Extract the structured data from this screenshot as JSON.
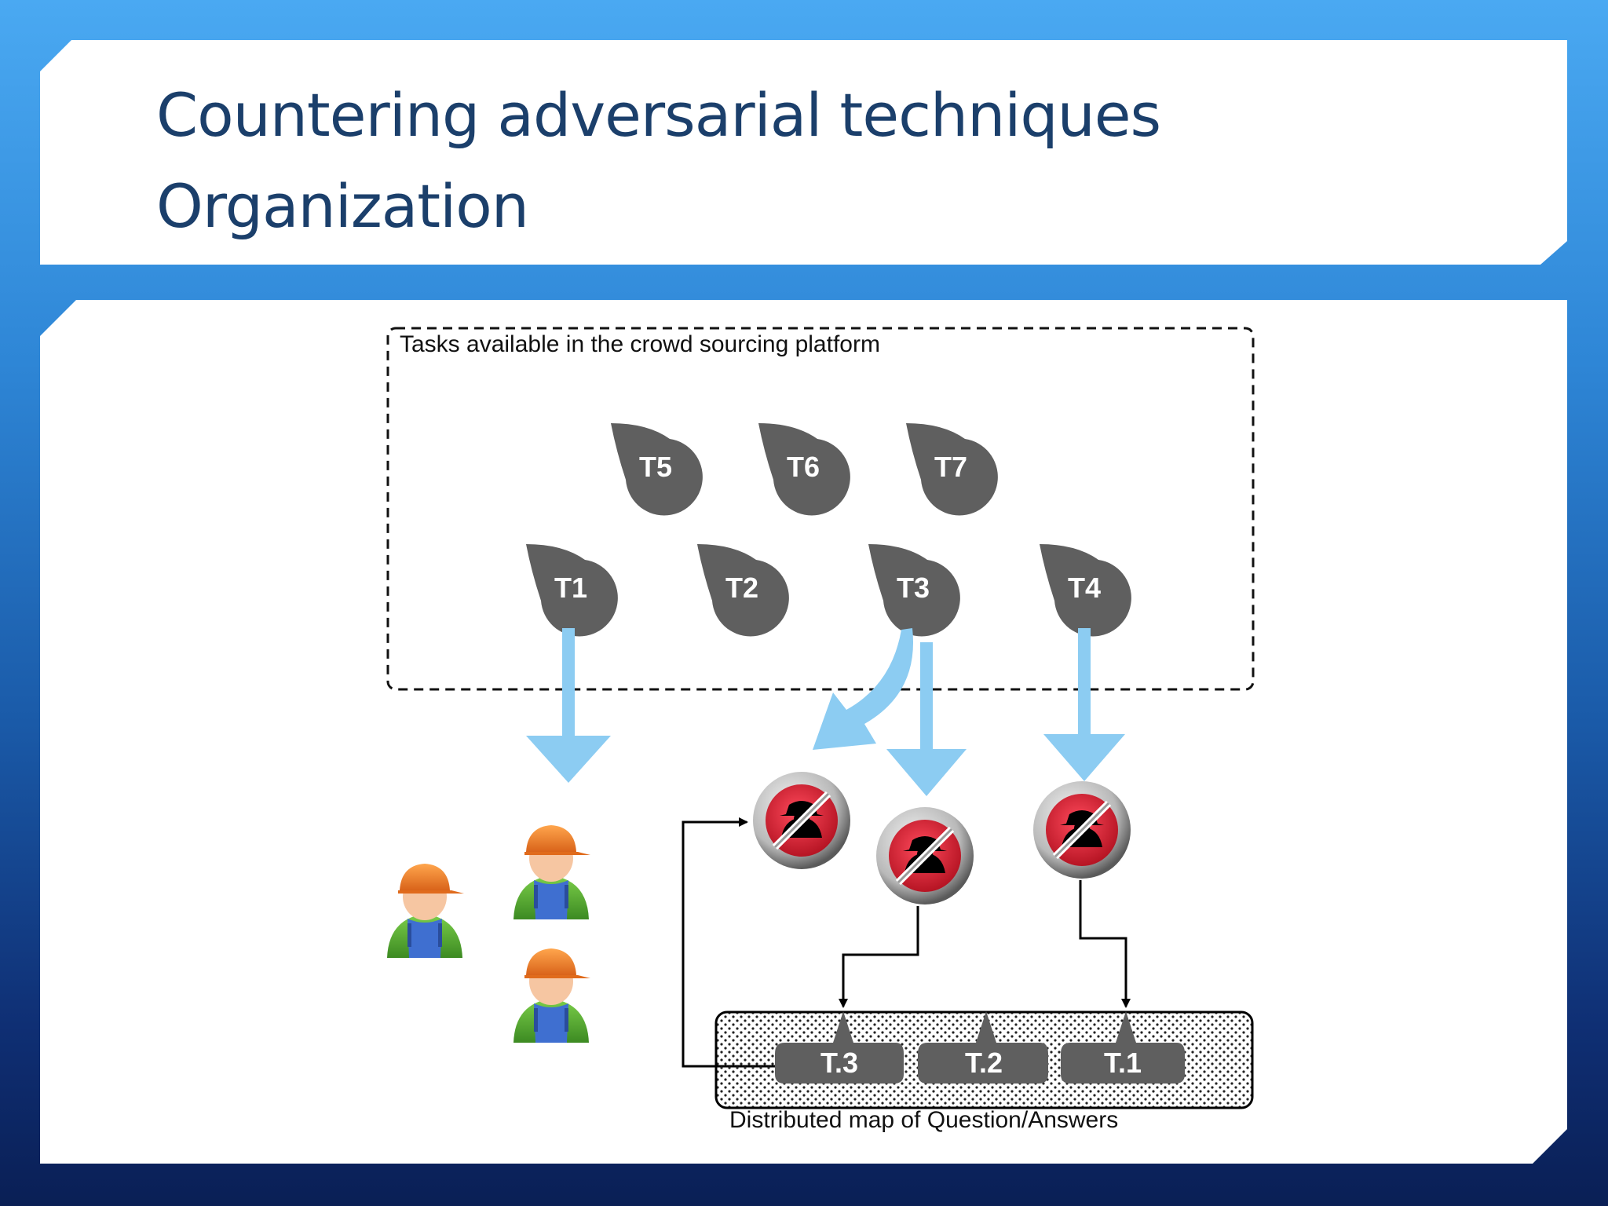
{
  "slide": {
    "title_line1": "Countering adversarial techniques",
    "title_line2": "Organization"
  },
  "diagram": {
    "platform_label": "Tasks available in the crowd sourcing platform",
    "map_label": "Distributed map of Question/Answers",
    "tasks_top": [
      "T5",
      "T6",
      "T7"
    ],
    "tasks_bottom": [
      "T1",
      "T2",
      "T3",
      "T4"
    ],
    "map_tasks": [
      "T.3",
      "T.2",
      "T.1"
    ],
    "colors": {
      "task_fill": "#5f5f5f",
      "arrow_fill": "#8cccf2",
      "title_color": "#1b3f6b",
      "adversary_red": "#d7263d"
    }
  }
}
